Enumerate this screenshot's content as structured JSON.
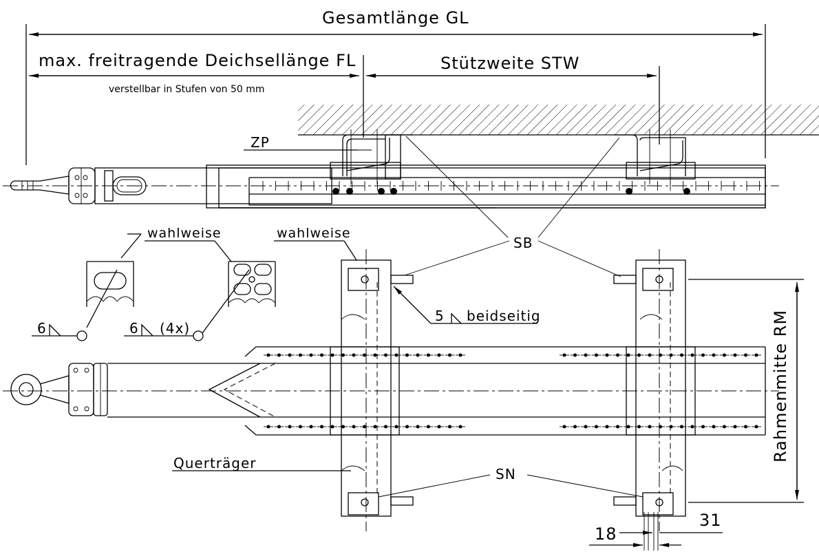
{
  "labels": {
    "total_length": "Gesamtlänge GL",
    "cantilever_length": "max. freitragende Deichsellänge FL",
    "adjustable_note": "verstellbar in Stufen von 50 mm",
    "support_span": "Stützweite STW",
    "zp": "ZP",
    "sb": "SB",
    "sn": "SN",
    "optional_left": "wahlweise",
    "optional_right": "wahlweise",
    "weld_left": "6",
    "weld_right": "6",
    "weld_right_count": "(4x)",
    "weld_both_value": "5",
    "weld_both_text": "beidseitig",
    "cross_member": "Querträger",
    "frame_center": "Rahmenmitte RM",
    "dim_18": "18",
    "dim_31": "31"
  }
}
